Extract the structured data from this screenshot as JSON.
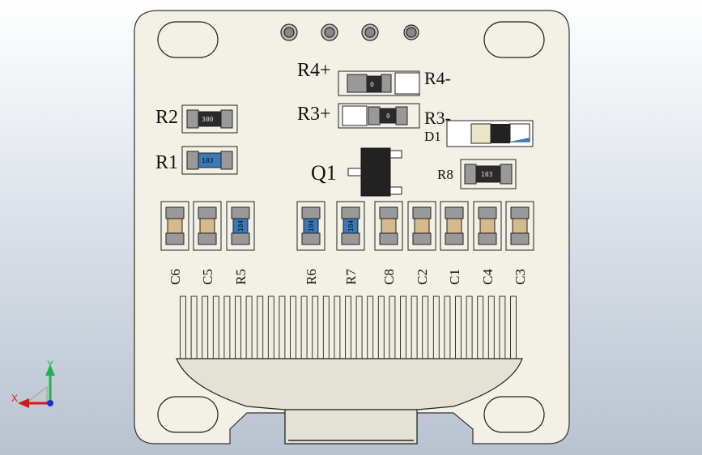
{
  "board": {
    "fill": "#f3f1e6",
    "outline": "#333333"
  },
  "labels": {
    "r4p": "R4+",
    "r4m": "R4-",
    "r3p": "R3+",
    "r3m": "R3-",
    "r2": "R2",
    "r1": "R1",
    "d1": "D1",
    "q1": "Q1",
    "r8": "R8"
  },
  "values": {
    "r2": "300",
    "r1": "103",
    "r4": "0",
    "r3": "0",
    "r8": "103"
  },
  "bottom_row": [
    {
      "id": "C6",
      "kind": "cap"
    },
    {
      "id": "C5",
      "kind": "cap"
    },
    {
      "id": "R5",
      "kind": "res",
      "value": "104"
    },
    {
      "id": "R6",
      "kind": "res",
      "value": "104"
    },
    {
      "id": "R7",
      "kind": "res",
      "value": "104"
    },
    {
      "id": "C8",
      "kind": "cap"
    },
    {
      "id": "C2",
      "kind": "cap"
    },
    {
      "id": "C1",
      "kind": "cap"
    },
    {
      "id": "C4",
      "kind": "cap"
    },
    {
      "id": "C3",
      "kind": "cap"
    }
  ],
  "axes": {
    "x": "X",
    "y": "Y",
    "x_color": "#d11a1a",
    "y_color": "#22b14c"
  }
}
